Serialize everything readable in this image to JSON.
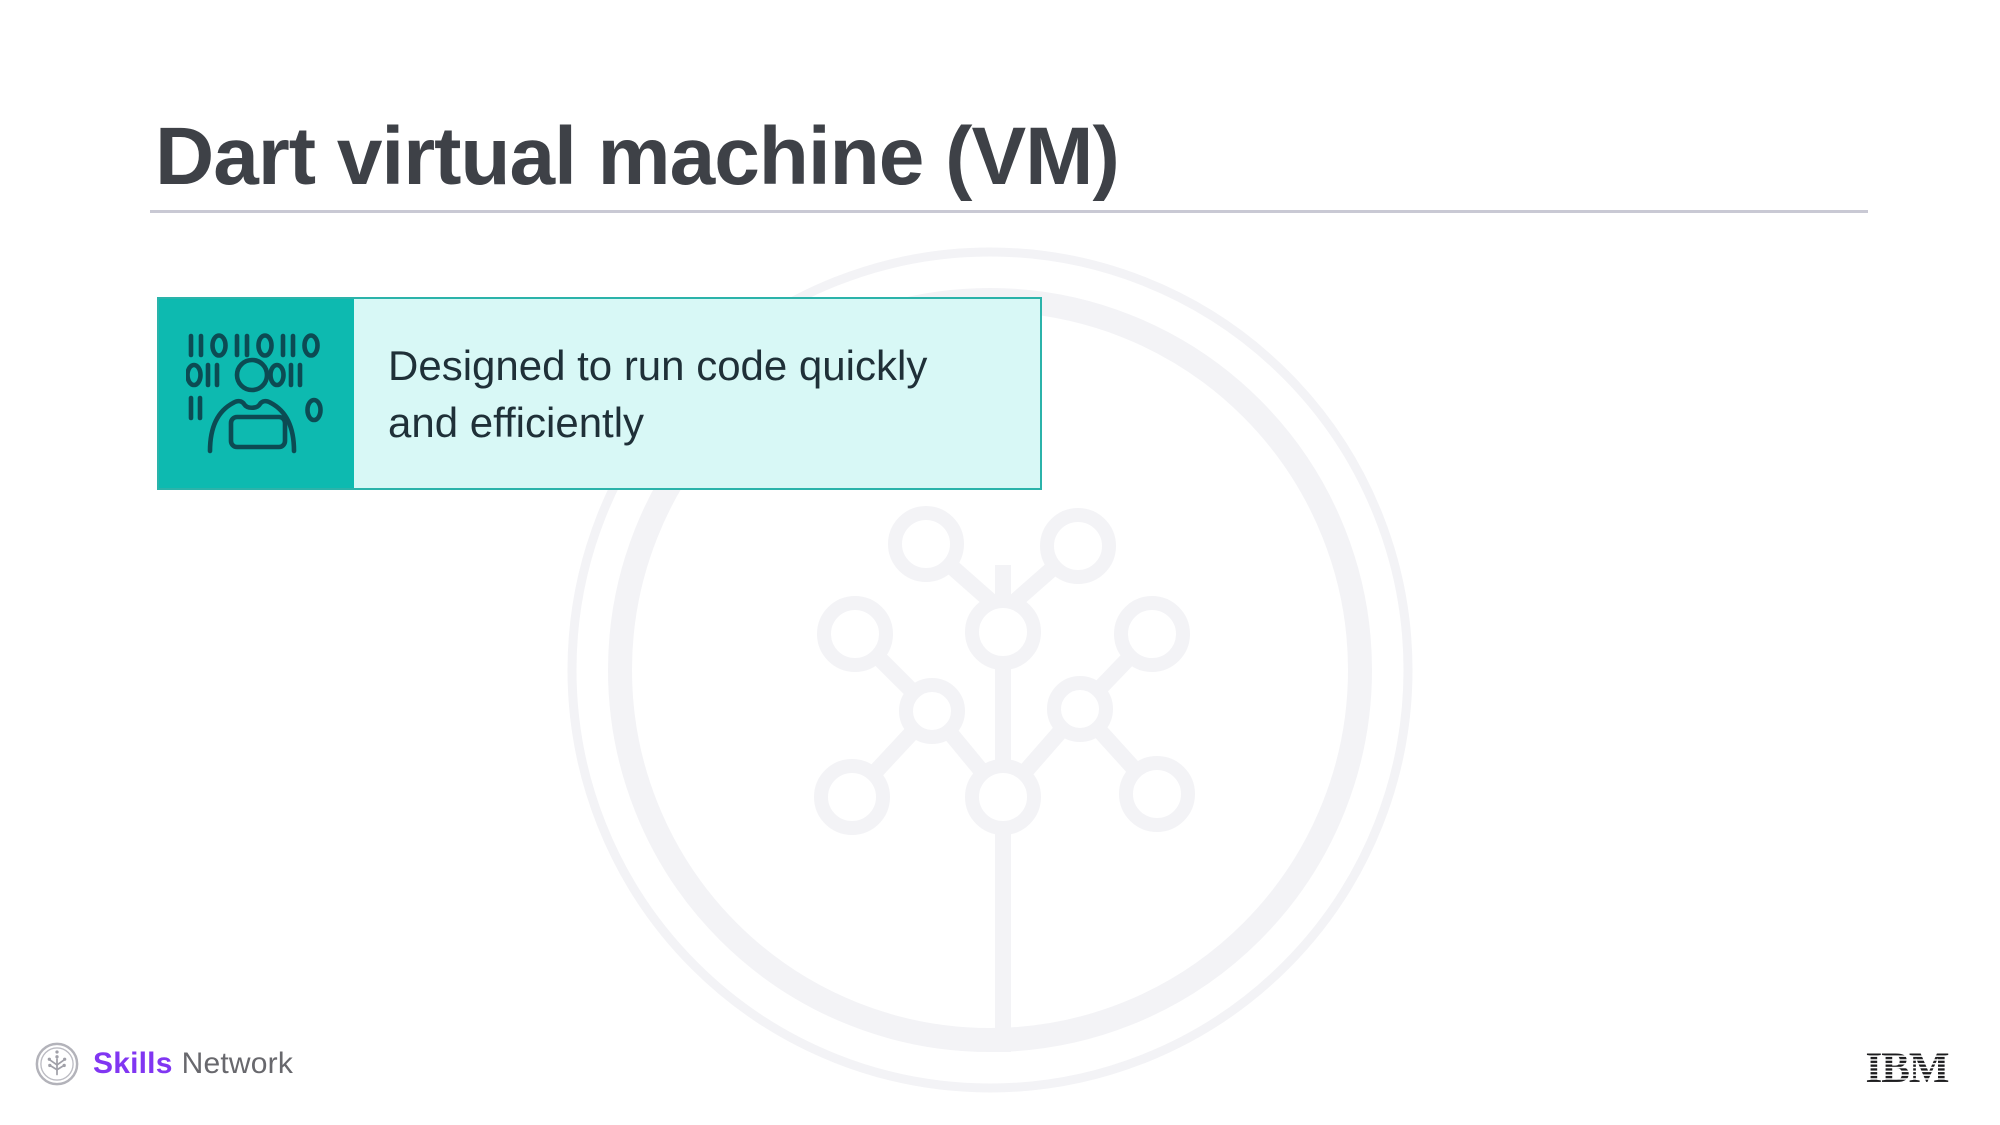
{
  "slide": {
    "title": "Dart virtual machine (VM)",
    "card": {
      "text": "Designed to run code quickly and efficiently",
      "icon": "person-coding-binary-icon"
    },
    "watermark": "skills-network-tree-watermark",
    "footer": {
      "brand_icon": "skills-network-logo-icon",
      "brand_bold": "Skills",
      "brand_regular": "Network",
      "ibm_logo": "IBM"
    },
    "colors": {
      "accent_teal": "#0dbab0",
      "card_background": "#d8f8f6",
      "card_border": "#2bb3aa",
      "card_icon_stroke": "#0c4b53",
      "title_text": "#3e4147",
      "title_rule": "#c9c9d4",
      "body_text": "#1f3038",
      "watermark_gray": "#f3f3f6",
      "skills_purple": "#8136f2",
      "network_gray": "#68686d",
      "ibm_black": "#1c1c1e",
      "background": "#ffffff"
    }
  }
}
